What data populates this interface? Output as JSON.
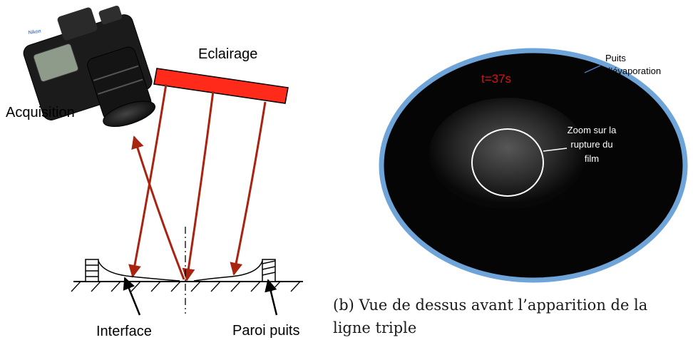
{
  "left_diagram": {
    "label_lighting": "Eclairage",
    "label_acquisition": "Acquisition",
    "label_interface": "Interface",
    "label_wall": "Paroi puits",
    "camera_brand_text": "Nikon"
  },
  "right_image": {
    "time_label": "t=37s",
    "label_sink_line1": "Puits",
    "label_sink_line2": "d’évaporation",
    "label_zoom_line1": "Zoom sur la",
    "label_zoom_line2": "rupture du",
    "label_zoom_line3": "film"
  },
  "caption": "(b) Vue de dessus avant l’apparition de la ligne triple",
  "colors": {
    "lamp_fill": "#ff2a1a",
    "ray_color": "#a82410",
    "time_label_color": "#e01010",
    "well_rim": "#6fa4d8",
    "well_interior": "#050505"
  }
}
